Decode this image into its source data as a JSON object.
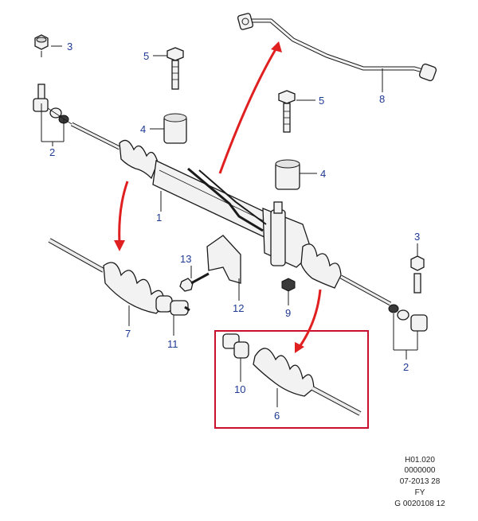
{
  "callouts": {
    "c1": "1",
    "c2a": "2",
    "c2b": "2",
    "c3a": "3",
    "c3b": "3",
    "c4a": "4",
    "c4b": "4",
    "c5a": "5",
    "c5b": "5",
    "c6": "6",
    "c7": "7",
    "c8": "8",
    "c9": "9",
    "c10": "10",
    "c11": "11",
    "c12": "12",
    "c13": "13"
  },
  "reference": {
    "line1": "H01.020",
    "line2": "0000000",
    "line3": "07-2013 28",
    "line4": "FY",
    "line5": "G 0020108 12"
  },
  "colors": {
    "callout_text": "#1f3a93",
    "arrow": "#e02020",
    "highlight_box": "#c8102e",
    "line": "#1a1a1a"
  }
}
